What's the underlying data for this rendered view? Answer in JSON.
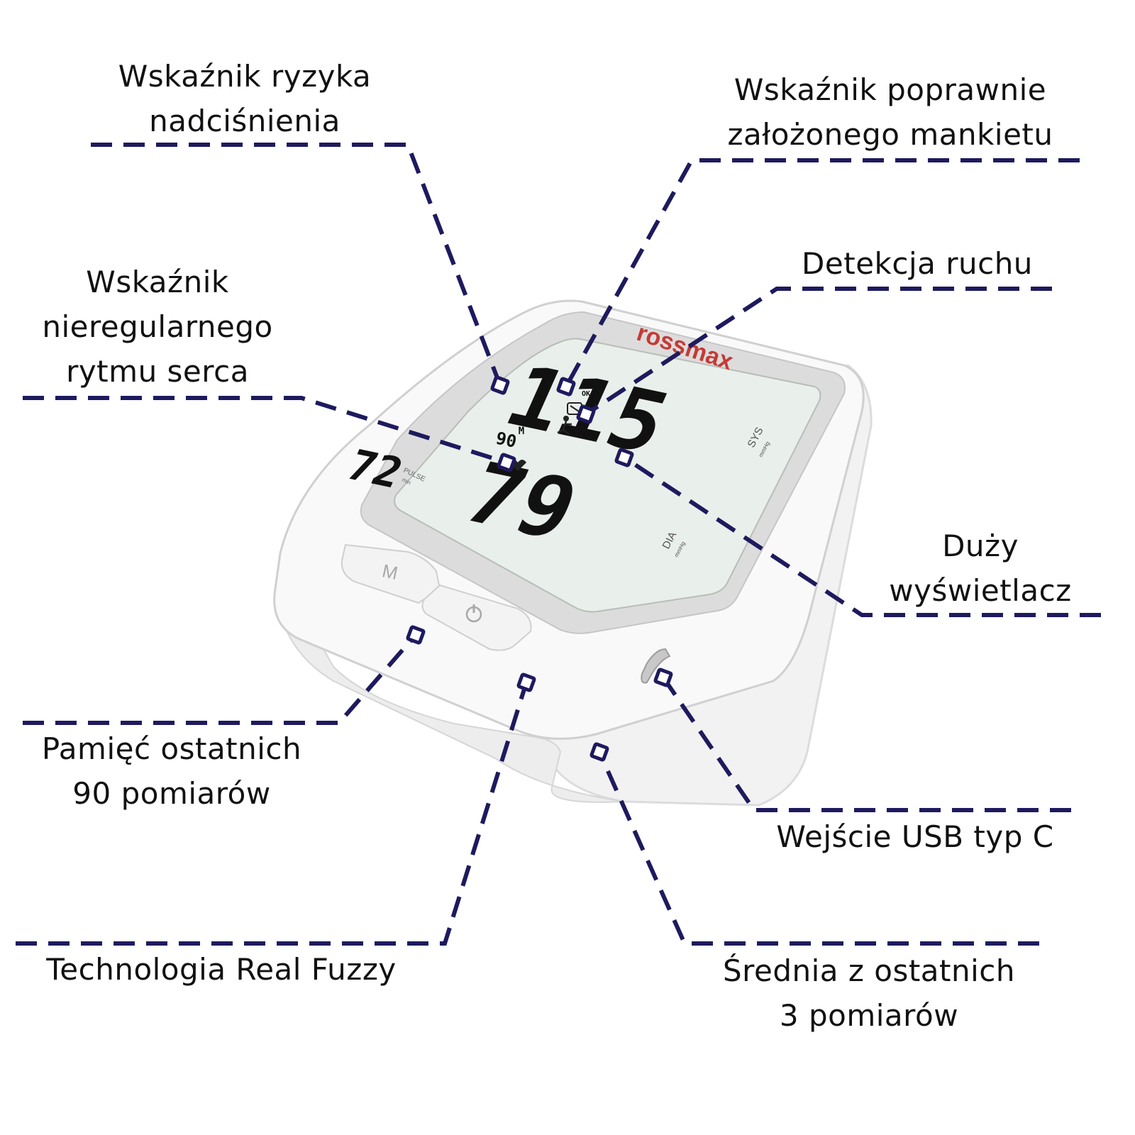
{
  "colors": {
    "leader": "#1e1a5e",
    "text": "#111111",
    "device": "#f7f7f7",
    "lcd": "#e9efea"
  },
  "device": {
    "brand": "rossmax",
    "sys_value": "115",
    "dia_value": "79",
    "pulse_value": "72",
    "memory_value": "90",
    "memory_flag": "M",
    "sys_label": "SYS",
    "dia_label": "DIA",
    "unit": "mmHg",
    "pulse_label": "PULSE",
    "pulse_unit": "min",
    "ok_label": "OK",
    "m_button": "M",
    "power_icon": "power-icon"
  },
  "annotations": [
    {
      "id": "hypertension-risk",
      "lines": [
        "Wskaźnik ryzyka",
        "nadciśnienia"
      ]
    },
    {
      "id": "cuff-indicator",
      "lines": [
        "Wskaźnik poprawnie",
        "założonego mankietu"
      ]
    },
    {
      "id": "irregular-heartbeat",
      "lines": [
        "Wskaźnik",
        "nieregularnego",
        "rytmu serca"
      ]
    },
    {
      "id": "motion-detection",
      "lines": [
        "Detekcja ruchu"
      ]
    },
    {
      "id": "large-display",
      "lines": [
        "Duży",
        "wyświetlacz"
      ]
    },
    {
      "id": "memory",
      "lines": [
        "Pamięć ostatnich",
        "90 pomiarów"
      ]
    },
    {
      "id": "usb-c",
      "lines": [
        "Wejście USB typ C"
      ]
    },
    {
      "id": "real-fuzzy",
      "lines": [
        "Technologia Real Fuzzy"
      ]
    },
    {
      "id": "average",
      "lines": [
        "Średnia z ostatnich",
        "3 pomiarów"
      ]
    }
  ]
}
